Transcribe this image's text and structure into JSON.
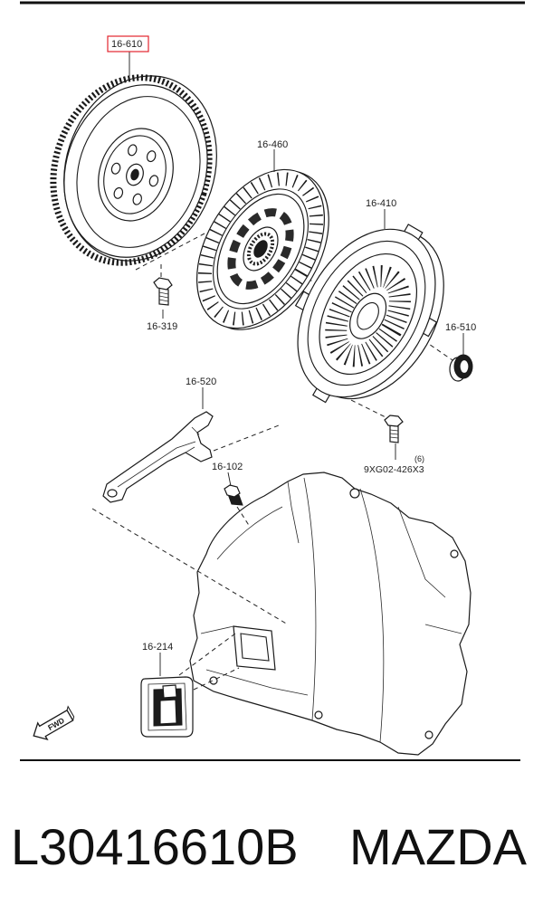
{
  "diagram": {
    "labels": {
      "flywheel": "16-610",
      "clutch_disc": "16-460",
      "pressure_plate": "16-410",
      "flywheel_bolt": "16-319",
      "release_bearing": "16-510",
      "release_fork": "16-520",
      "fork_pivot": "16-102",
      "fork_boot": "16-214",
      "cover_bolt_qty": "(6)",
      "cover_bolt_part": "9XG02-426X3"
    },
    "fwd_marker": "FWD",
    "highlight_color": "#e3262e"
  },
  "caption": {
    "part_number": "L30416610B",
    "brand": "MAZDA"
  }
}
